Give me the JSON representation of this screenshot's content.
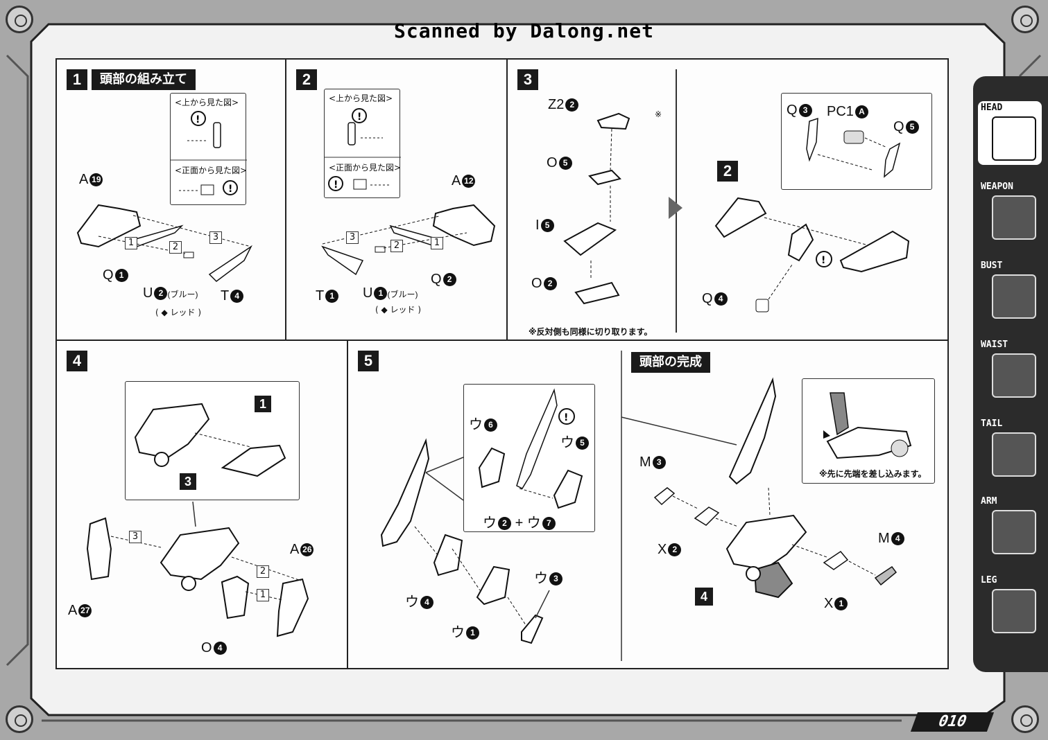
{
  "header": {
    "scan_credit": "Scanned by Dalong.net"
  },
  "page_number": "010",
  "nav_tabs": [
    {
      "label": "HEAD",
      "active": true,
      "icon": "head-icon"
    },
    {
      "label": "WEAPON",
      "active": false,
      "icon": "weapon-icon"
    },
    {
      "label": "BUST",
      "active": false,
      "icon": "bust-icon"
    },
    {
      "label": "WAIST",
      "active": false,
      "icon": "waist-icon"
    },
    {
      "label": "TAIL",
      "active": false,
      "icon": "tail-icon"
    },
    {
      "label": "ARM",
      "active": false,
      "icon": "arm-icon"
    },
    {
      "label": "LEG",
      "active": false,
      "icon": "leg-icon"
    }
  ],
  "step1": {
    "num": "1",
    "title": "頭部の組み立て",
    "inset_top": "<上から見た図>",
    "inset_front": "<正面から見た図>",
    "parts": {
      "a": "A",
      "a_n": "19",
      "q": "Q",
      "q_n": "1",
      "u": "U",
      "u_n": "2",
      "u_color": "(ブルー)",
      "u_alt": "レッド",
      "t": "T",
      "t_n": "4"
    },
    "seq": [
      "1",
      "2",
      "3"
    ]
  },
  "step2": {
    "num": "2",
    "inset_top": "<上から見た図>",
    "inset_front": "<正面から見た図>",
    "parts": {
      "a": "A",
      "a_n": "12",
      "q": "Q",
      "q_n": "2",
      "u": "U",
      "u_n": "1",
      "u_color": "(ブルー)",
      "u_alt": "レッド",
      "t": "T",
      "t_n": "1"
    },
    "seq": [
      "3",
      "2",
      "1"
    ]
  },
  "step3": {
    "num": "3",
    "parts": {
      "z": "Z2",
      "z_n": "2",
      "o5": "O",
      "o5_n": "5",
      "i": "I",
      "i_n": "5",
      "o2": "O",
      "o2_n": "2"
    },
    "asterisk": "※",
    "note": "※反対側も同様に切り取ります。",
    "sub_num": "2",
    "sub_parts": {
      "q3": "Q",
      "q3_n": "3",
      "pc": "PC1",
      "pc_n": "A",
      "q5": "Q",
      "q5_n": "5",
      "q4": "Q",
      "q4_n": "4"
    }
  },
  "step4": {
    "num": "4",
    "sub1": "1",
    "sub3": "3",
    "parts": {
      "a26": "A",
      "a26_n": "26",
      "a27": "A",
      "a27_n": "27",
      "o4": "O",
      "o4_n": "4"
    },
    "seq": [
      "3",
      "2",
      "1"
    ]
  },
  "step5": {
    "num": "5",
    "parts": {
      "u6": "ウ",
      "u6_n": "6",
      "u5": "ウ",
      "u5_n": "5",
      "combo": "ウ",
      "combo_n1": "2",
      "combo_plus": "+ ウ",
      "combo_n2": "7",
      "u4": "ウ",
      "u4_n": "4",
      "u3": "ウ",
      "u3_n": "3",
      "u1": "ウ",
      "u1_n": "1"
    }
  },
  "complete": {
    "title": "頭部の完成",
    "sub4": "4",
    "parts": {
      "m3": "M",
      "m3_n": "3",
      "x2": "X",
      "x2_n": "2",
      "m4": "M",
      "m4_n": "4",
      "x1": "X",
      "x1_n": "1"
    },
    "note": "※先に先端を差し込みます。"
  }
}
